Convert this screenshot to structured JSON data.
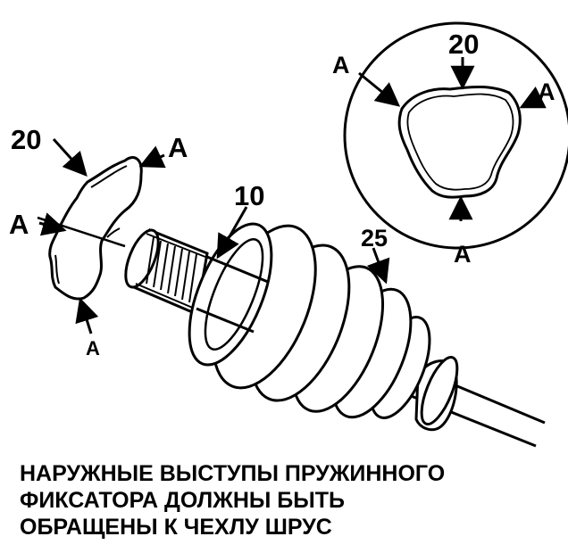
{
  "labels": {
    "retainer_num": "20",
    "shaft_num": "10",
    "boot_num": "25",
    "inset_num": "20",
    "point": "A"
  },
  "caption": [
    "НАРУЖНЫЕ ВЫСТУПЫ ПРУЖИННОГО",
    "ФИКСАТОРА ДОЛЖНЫ БЫТЬ",
    "ОБРАЩЕНЫ К ЧЕХЛУ ШРУС"
  ]
}
